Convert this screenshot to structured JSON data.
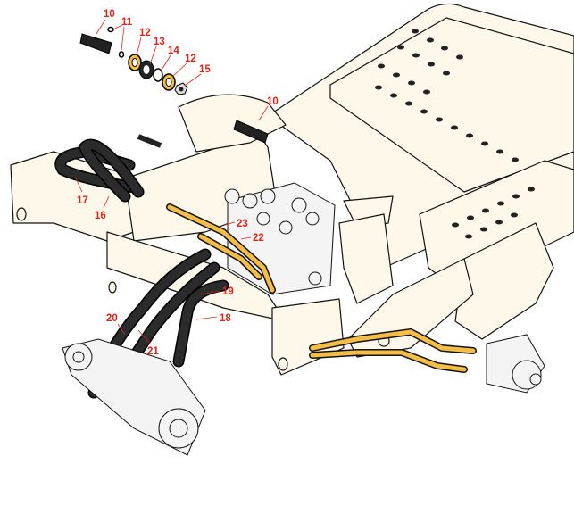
{
  "diagram": {
    "type": "exploded parts diagram",
    "colors": {
      "callout": "#d8261a",
      "frame": "#fdf8ea",
      "hose": "#2b2b2b",
      "tube": "#f4bd45"
    },
    "callouts": [
      {
        "id": "c10a",
        "text": "10"
      },
      {
        "id": "c11",
        "text": "11"
      },
      {
        "id": "c12a",
        "text": "12"
      },
      {
        "id": "c13",
        "text": "13"
      },
      {
        "id": "c14",
        "text": "14"
      },
      {
        "id": "c12b",
        "text": "12"
      },
      {
        "id": "c15",
        "text": "15"
      },
      {
        "id": "c10b",
        "text": "10"
      },
      {
        "id": "c17",
        "text": "17"
      },
      {
        "id": "c16",
        "text": "16"
      },
      {
        "id": "c23",
        "text": "23"
      },
      {
        "id": "c22",
        "text": "22"
      },
      {
        "id": "c19",
        "text": "19"
      },
      {
        "id": "c20",
        "text": "20"
      },
      {
        "id": "c18",
        "text": "18"
      },
      {
        "id": "c21",
        "text": "21"
      }
    ]
  }
}
